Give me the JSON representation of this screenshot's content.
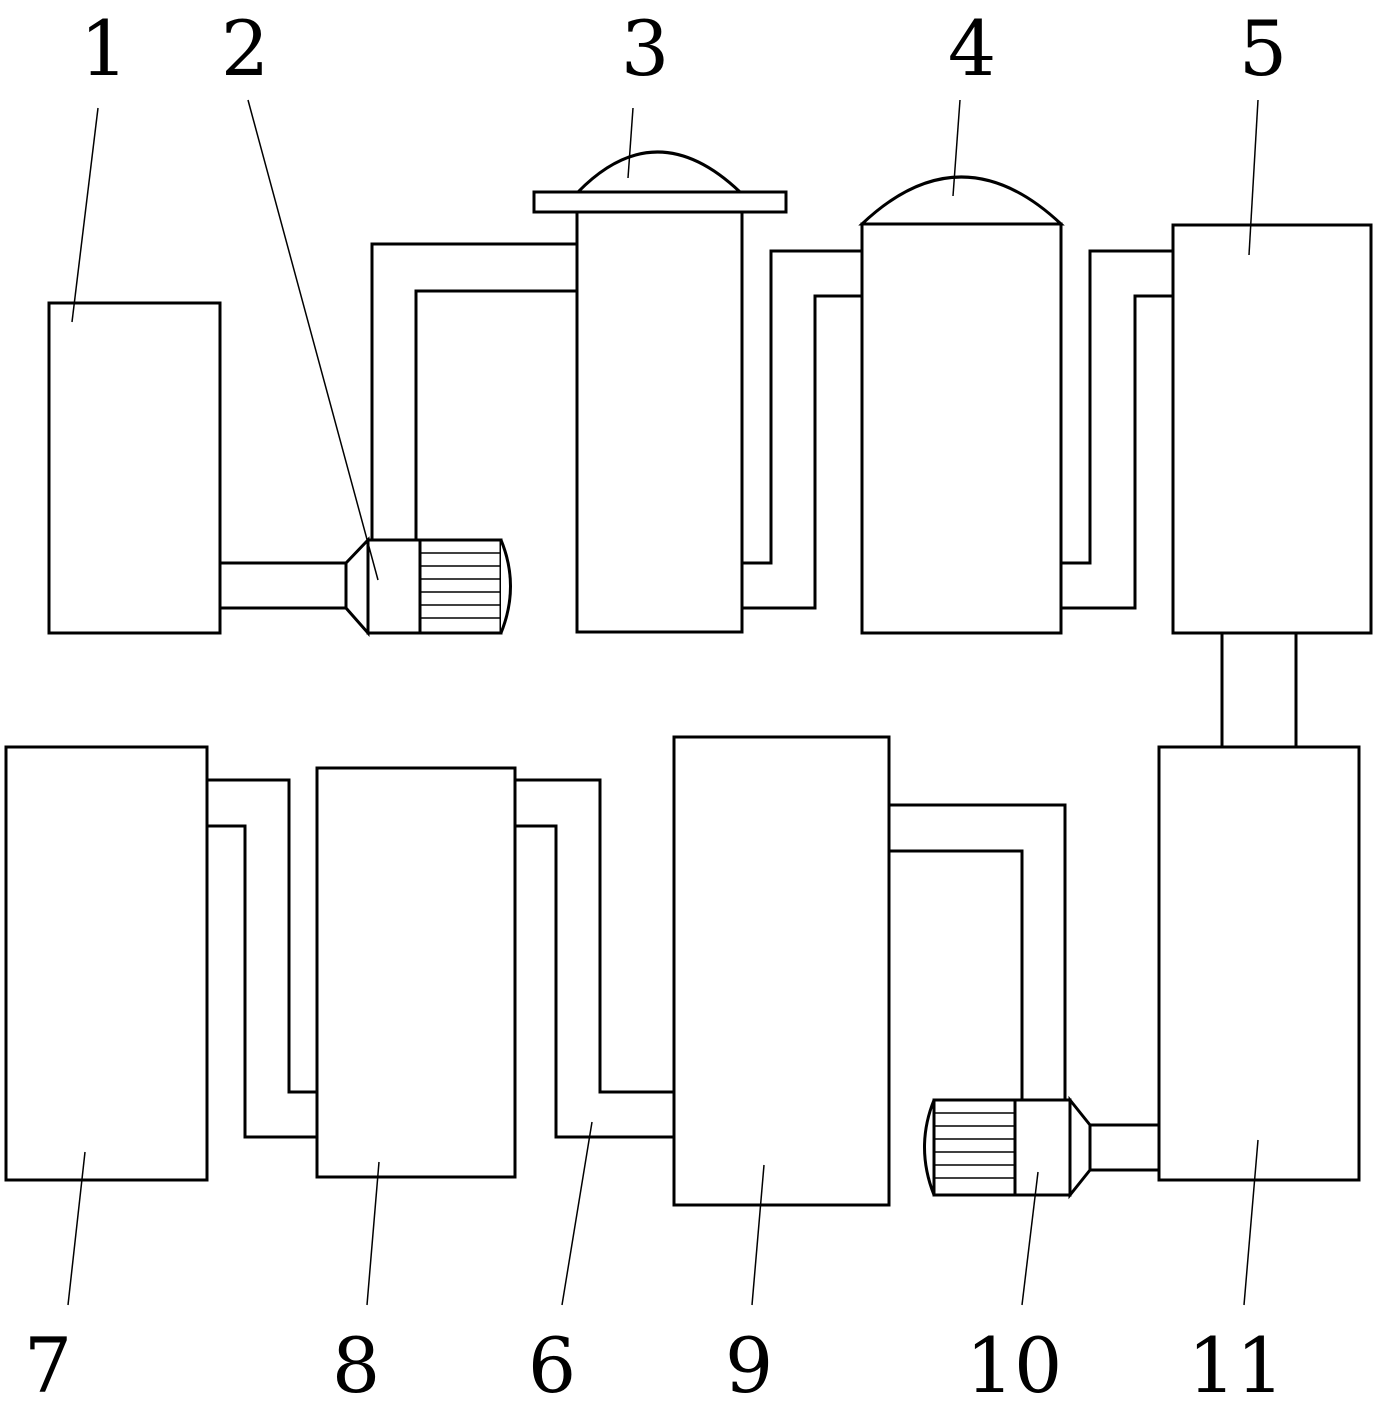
{
  "labels": {
    "n1": "1",
    "n2": "2",
    "n3": "3",
    "n4": "4",
    "n5": "5",
    "n6": "6",
    "n7": "7",
    "n8": "8",
    "n9": "9",
    "n10": "10",
    "n11": "11"
  },
  "colors": {
    "line": "#000000",
    "background": "#ffffff"
  }
}
